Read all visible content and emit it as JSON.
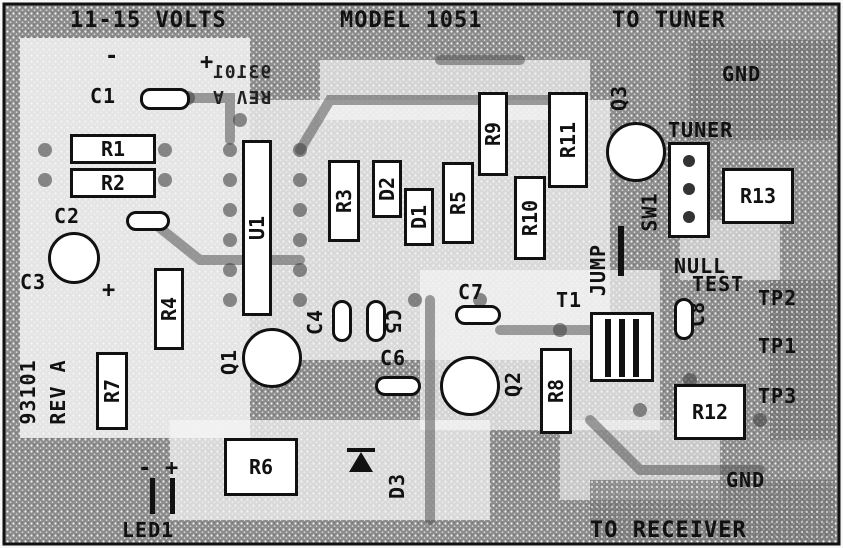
{
  "header": {
    "voltage": "11-15 VOLTS",
    "model": "MODEL 1051",
    "to_tuner": "TO TUNER",
    "to_receiver": "TO RECEIVER"
  },
  "mirror_text": {
    "line1": "93101",
    "line2": "REV A"
  },
  "board_id": {
    "line1": "93101",
    "line2": "REV A"
  },
  "connectors": {
    "gnd_top": "GND",
    "tuner": "TUNER",
    "null": "NULL",
    "test": "TEST",
    "tp2": "TP2",
    "tp1": "TP1",
    "tp3": "TP3",
    "gnd_bottom": "GND",
    "jump": "JUMP",
    "sw1": "SW1"
  },
  "polarity": {
    "c1_minus": "-",
    "c1_plus": "+",
    "c3_plus": "+",
    "led_minus": "-",
    "led_plus": "+"
  },
  "components": {
    "c1": "C1",
    "c2": "C2",
    "c3": "C3",
    "c4": "C4",
    "c5": "C5",
    "c6": "C6",
    "c7": "C7",
    "c8": "C8",
    "r1": "R1",
    "r2": "R2",
    "r3": "R3",
    "r4": "R4",
    "r5": "R5",
    "r6": "R6",
    "r7": "R7",
    "r8": "R8",
    "r9": "R9",
    "r10": "R10",
    "r11": "R11",
    "r12": "R12",
    "r13": "R13",
    "u1": "U1",
    "d1": "D1",
    "d2": "D2",
    "d3": "D3",
    "q1": "Q1",
    "q2": "Q2",
    "q3": "Q3",
    "t1": "T1",
    "led1": "LED1"
  }
}
